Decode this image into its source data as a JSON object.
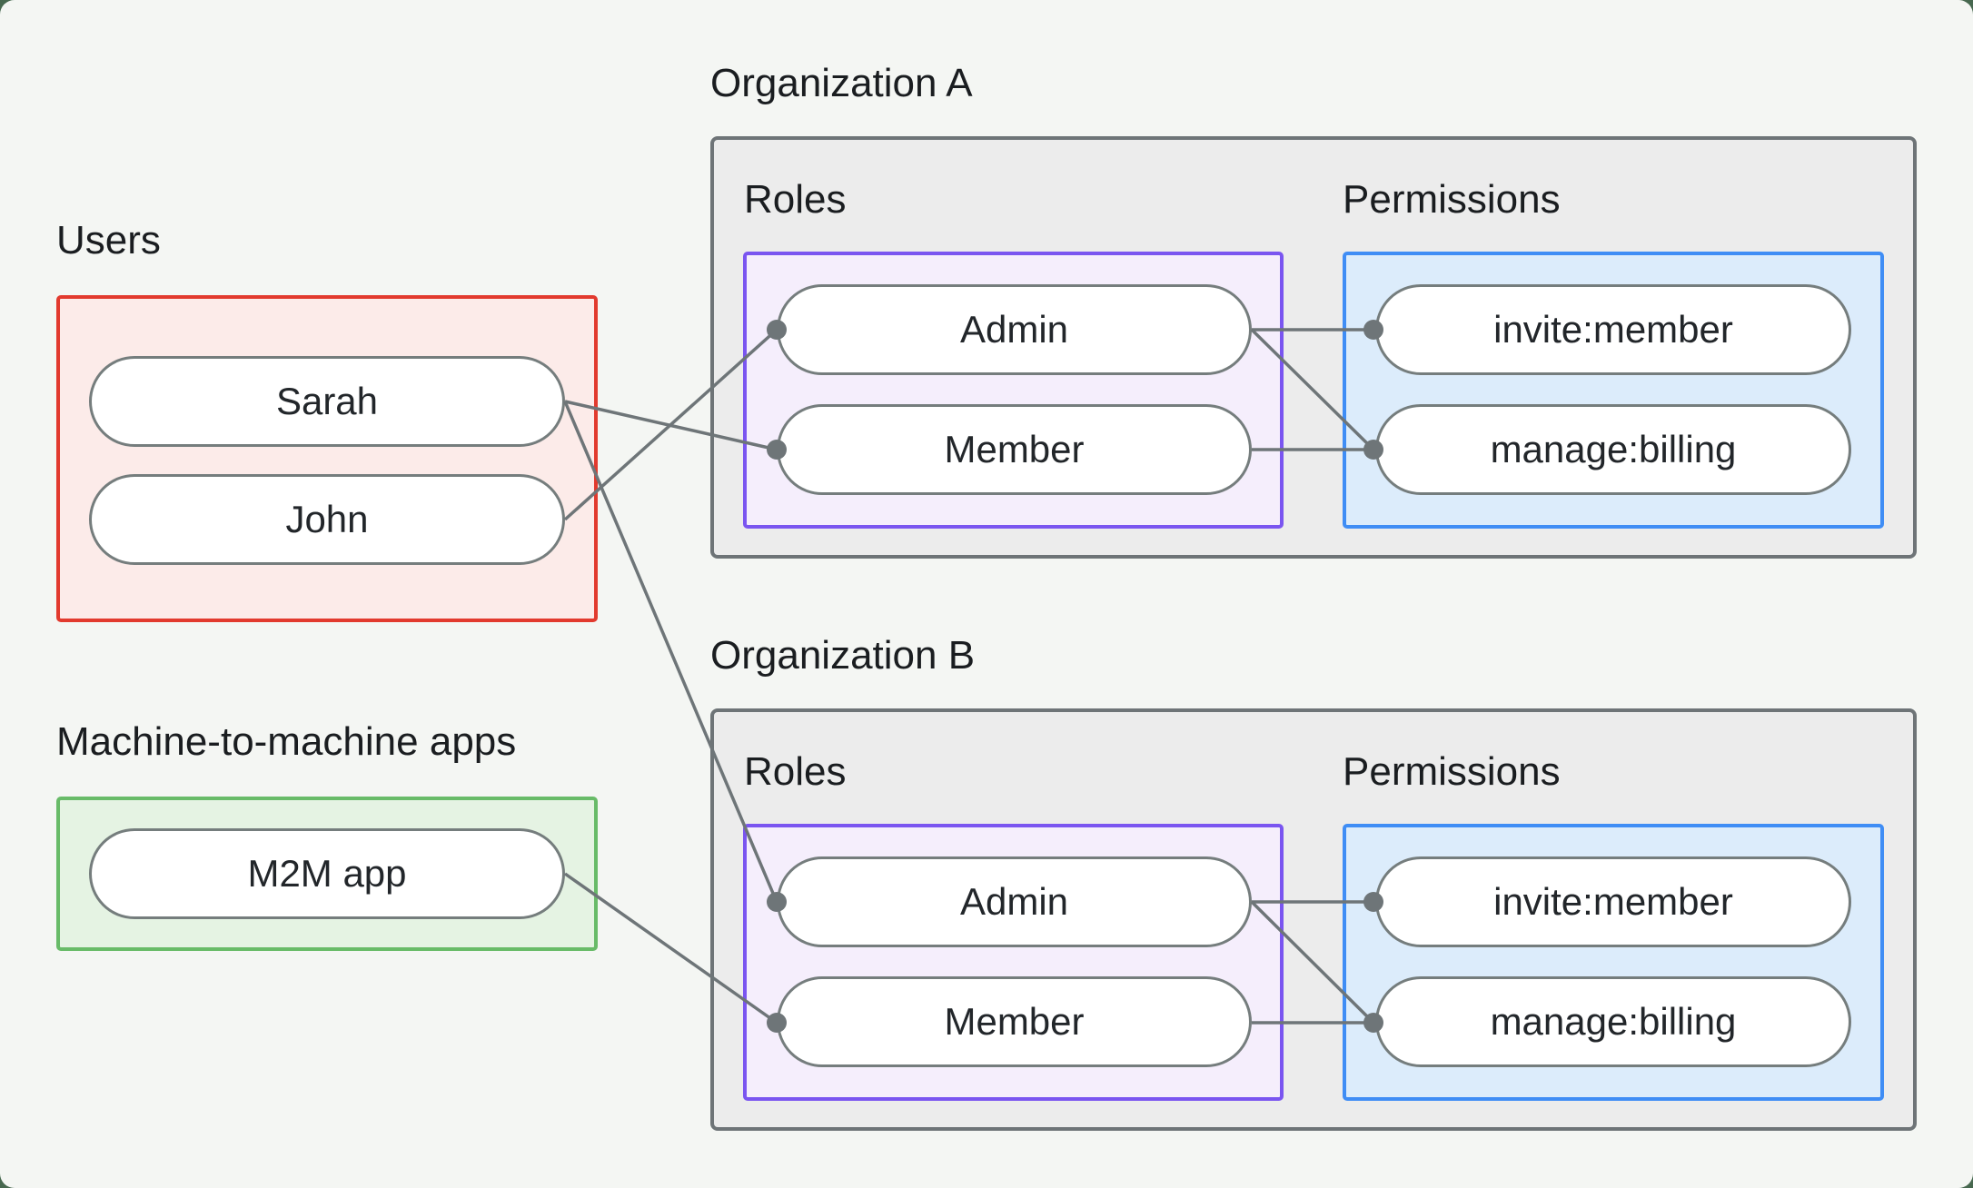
{
  "page": {
    "background_color": "#47684f",
    "card_background_color": "#f4f6f3"
  },
  "colors": {
    "users_border": "#e23a2e",
    "users_fill": "#fcebe9",
    "m2m_border": "#68bb68",
    "m2m_fill": "#e5f3e3",
    "org_border": "#6e7477",
    "org_fill": "#ececec",
    "roles_border": "#7a55f0",
    "roles_fill": "#f5eefc",
    "permissions_border": "#3f8df5",
    "permissions_fill": "#dcecfb",
    "pill_border": "#757d7d",
    "pill_fill": "#ffffff",
    "connector": "#6e7578",
    "text": "#1a1d20"
  },
  "users_group": {
    "label": "Users",
    "items": [
      {
        "label": "Sarah"
      },
      {
        "label": "John"
      }
    ]
  },
  "m2m_group": {
    "label": "Machine-to-machine apps",
    "items": [
      {
        "label": "M2M app"
      }
    ]
  },
  "organizations": [
    {
      "title": "Organization A",
      "roles": {
        "label": "Roles",
        "items": [
          {
            "label": "Admin"
          },
          {
            "label": "Member"
          }
        ]
      },
      "permissions": {
        "label": "Permissions",
        "items": [
          {
            "label": "invite:member"
          },
          {
            "label": "manage:billing"
          }
        ]
      }
    },
    {
      "title": "Organization B",
      "roles": {
        "label": "Roles",
        "items": [
          {
            "label": "Admin"
          },
          {
            "label": "Member"
          }
        ]
      },
      "permissions": {
        "label": "Permissions",
        "items": [
          {
            "label": "invite:member"
          },
          {
            "label": "manage:billing"
          }
        ]
      }
    }
  ],
  "connections": [
    {
      "from": "Sarah",
      "to": "Organization A / Member"
    },
    {
      "from": "John",
      "to": "Organization A / Admin"
    },
    {
      "from": "Sarah",
      "to": "Organization B / Admin"
    },
    {
      "from": "M2M app",
      "to": "Organization B / Member"
    },
    {
      "from": "Organization A / Admin",
      "to": "Organization A / invite:member"
    },
    {
      "from": "Organization A / Admin",
      "to": "Organization A / manage:billing"
    },
    {
      "from": "Organization A / Member",
      "to": "Organization A / manage:billing"
    },
    {
      "from": "Organization B / Admin",
      "to": "Organization B / invite:member"
    },
    {
      "from": "Organization B / Admin",
      "to": "Organization B / manage:billing"
    },
    {
      "from": "Organization B / Member",
      "to": "Organization B / manage:billing"
    }
  ]
}
